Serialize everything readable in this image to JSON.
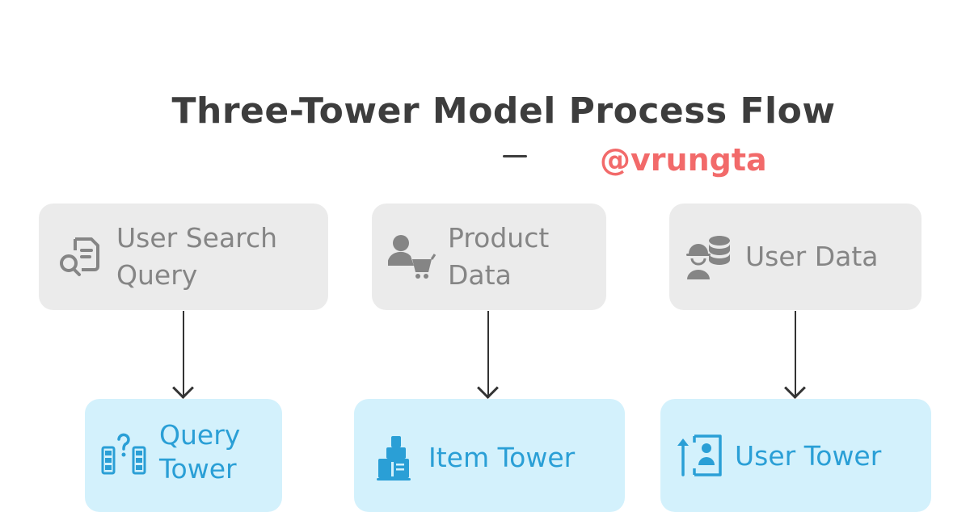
{
  "title": "Three-Tower Model Process Flow",
  "separator": "—",
  "author_handle": "@vrungta",
  "colors": {
    "title": "#3d3d3d",
    "handle": "#f26a6a",
    "source_box_bg": "#ebebeb",
    "source_text": "#858585",
    "tower_box_bg": "#d3f1fc",
    "tower_text": "#2a9fd6",
    "arrow": "#333333"
  },
  "sources": [
    {
      "label_line1": "User Search",
      "label_line2": "Query",
      "icon": "search-document-icon"
    },
    {
      "label_line1": "Product",
      "label_line2": "Data",
      "icon": "user-cart-icon"
    },
    {
      "label_line1": "User Data",
      "label_line2": "",
      "icon": "worker-database-icon"
    }
  ],
  "towers": [
    {
      "label_line1": "Query",
      "label_line2": "Tower",
      "icon": "query-blocks-icon"
    },
    {
      "label_line1": "Item Tower",
      "label_line2": "",
      "icon": "building-icon"
    },
    {
      "label_line1": "User Tower",
      "label_line2": "",
      "icon": "user-upload-icon"
    }
  ],
  "edges": [
    {
      "from": "User Search Query",
      "to": "Query Tower"
    },
    {
      "from": "Product Data",
      "to": "Item Tower"
    },
    {
      "from": "User Data",
      "to": "User Tower"
    }
  ]
}
